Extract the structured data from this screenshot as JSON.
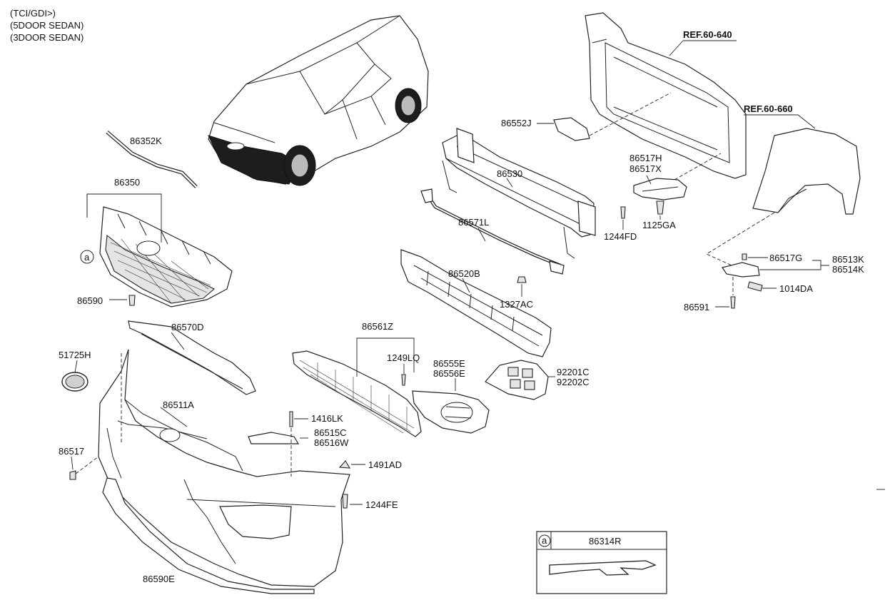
{
  "header_lines": [
    "(TCI/GDI>)",
    "(5DOOR SEDAN)",
    "(3DOOR SEDAN)"
  ],
  "references": [
    "REF.60-640",
    "REF.60-660"
  ],
  "parts": {
    "p86352K": "86352K",
    "p86350": "86350",
    "p86590": "86590",
    "p86570D": "86570D",
    "p51725H": "51725H",
    "p86511A": "86511A",
    "p86517": "86517",
    "p86590E": "86590E",
    "p1416LK": "1416LK",
    "p86515C": "86515C",
    "p86516W": "86516W",
    "p1491AD": "1491AD",
    "p1244FE": "1244FE",
    "p86561Z": "86561Z",
    "p1249LQ": "1249LQ",
    "p86555E": "86555E",
    "p86556E": "86556E",
    "p92201C": "92201C",
    "p92202C": "92202C",
    "p86520B": "86520B",
    "p1327AC": "1327AC",
    "p86571L": "86571L",
    "p86530": "86530",
    "p86552J": "86552J",
    "p86517H": "86517H",
    "p86517X": "86517X",
    "p1244FD": "1244FD",
    "p1125GA": "1125GA",
    "p86517G": "86517G",
    "p86513K": "86513K",
    "p86514K": "86514K",
    "p1014DA": "1014DA",
    "p86591": "86591"
  },
  "callout_marker": "a",
  "inset": {
    "marker": "a",
    "part": "86314R"
  }
}
